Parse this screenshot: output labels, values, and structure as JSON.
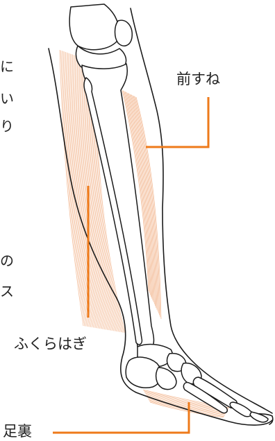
{
  "labels": {
    "shin": "前すね",
    "calf": "ふくらはぎ",
    "sole": "足裏"
  },
  "edge_text": {
    "line1": "に",
    "line2": "い",
    "line3": "り",
    "line4": "の",
    "line5": "ス"
  },
  "colors": {
    "leader": "#ee7a1a",
    "muscle": "#f2b38a",
    "outline": "#1a1a1a"
  }
}
